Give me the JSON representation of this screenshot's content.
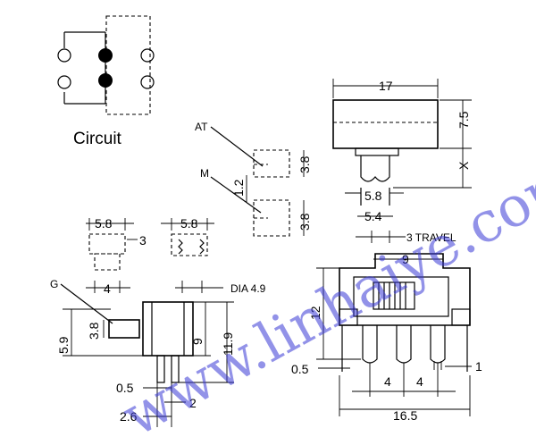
{
  "circuit": {
    "caption": "Circuit"
  },
  "labels": {
    "at": "AT",
    "m": "M",
    "g": "G",
    "dia": "DIA 4.9",
    "travel": "3 TRAVEL"
  },
  "dims": {
    "d17": "17",
    "d7_5": "7.5",
    "dX": "X",
    "d5_8_side": "5.8",
    "d5_4": "5.4",
    "d3_8_at": "3.8",
    "d1_2": "1.2",
    "d3_8_m": "3.8",
    "d5_8_a": "5.8",
    "d5_8_b": "5.8",
    "d3_fp": "3",
    "d4_fp": "4",
    "d3_8_g": "3.8",
    "d5_9": "5.9",
    "d9_left": "9",
    "d11_9": "11.9",
    "d0_5_left": "0.5",
    "d2": "2",
    "d2_6": "2.6",
    "d9_top": "9",
    "d12": "12",
    "d0_5_right": "0.5",
    "d1": "1",
    "d4_a": "4",
    "d4_b": "4",
    "d16_5": "16.5"
  },
  "watermark": "www.linhaiye.com",
  "colors": {
    "line": "#000000",
    "watermark": "#3a3ad6",
    "background": "#ffffff"
  }
}
